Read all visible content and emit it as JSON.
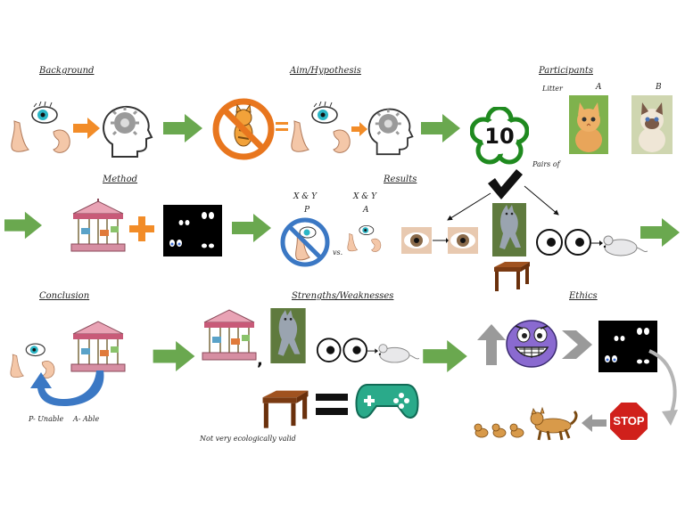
{
  "headers": {
    "background": "Background",
    "aim": "Aim/Hypothesis",
    "participants": "Participants",
    "method": "Method",
    "results": "Results",
    "conclusion": "Conclusion",
    "strengths": "Strengths/Weaknesses",
    "ethics": "Ethics"
  },
  "labels": {
    "litter": "Litter",
    "kitten_a": "A",
    "kitten_b": "B",
    "pairs_of": "Pairs of",
    "count": "10",
    "xy_p": "X & Y",
    "p": "P",
    "xy_a": "X & Y",
    "a": "A",
    "vs": "vs.",
    "p_unable": "P- Unable",
    "a_able": "A- Able",
    "not_valid": "Not very ecologically valid",
    "stop": "STOP"
  },
  "colors": {
    "arrow_green": "#6aa84f",
    "arrow_orange": "#f28c28",
    "ban_orange": "#e8761e",
    "flower_green": "#1f8a1f",
    "ban_blue": "#3b78c4",
    "stop_red": "#d0201b"
  }
}
